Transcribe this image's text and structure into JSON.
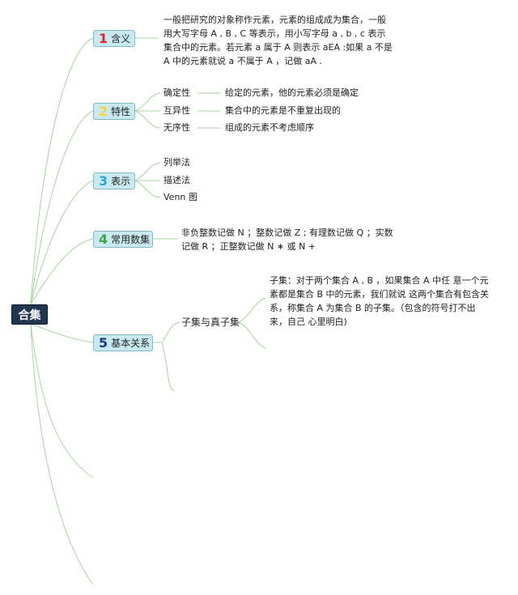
{
  "root": {
    "label": "合集"
  },
  "colors": {
    "root_bg": "#1f3550",
    "node_bg": "#c8e9ef",
    "line": "#a8d4a0"
  },
  "branches": [
    {
      "num": "1",
      "num_color": "#e0242b",
      "label": "含义",
      "desc": "一般把研究的对象称作元素，元素的组成成为集合，一般用大写字母 A , B , C 等表示，用小写字母 a , b , c 表示集合中的元素。若元素 a 属于 A 则表示 aEA :如果 a 不是 A 中的元素就说 a 不属于 A ，记做 aA ."
    },
    {
      "num": "2",
      "num_color": "#f3d443",
      "label": "特性",
      "items": [
        {
          "name": "确定性",
          "desc": "给定的元素，他的元素必须是确定"
        },
        {
          "name": "互异性",
          "desc": "集合中的元素是不重复出现的"
        },
        {
          "name": "无序性",
          "desc": "组成的元素不考虑顺序"
        }
      ]
    },
    {
      "num": "3",
      "num_color": "#2aa7d8",
      "label": "表示",
      "items": [
        "列举法",
        "描述法",
        "Venn 图"
      ]
    },
    {
      "num": "4",
      "num_color": "#3aa64b",
      "label": "常用数集",
      "desc": "非负整数记做 N ；整数记做 Z ; 有理数记做 Q ；实数记做 R ；正整数记做 N ∗ 或 N +"
    },
    {
      "num": "5",
      "num_color": "#1d3a86",
      "label": "基本关系",
      "sub": {
        "name": "子集与真子集",
        "desc": "子集：对于两个集合 A , B ，如果集合 A 中任 意一个元素都是集合 B 中的元素，我们就说 这两个集合有包含关系，称集合 A 为集合 B 的子集。（包含的符号打不出来，自己 心里明白)"
      }
    }
  ]
}
